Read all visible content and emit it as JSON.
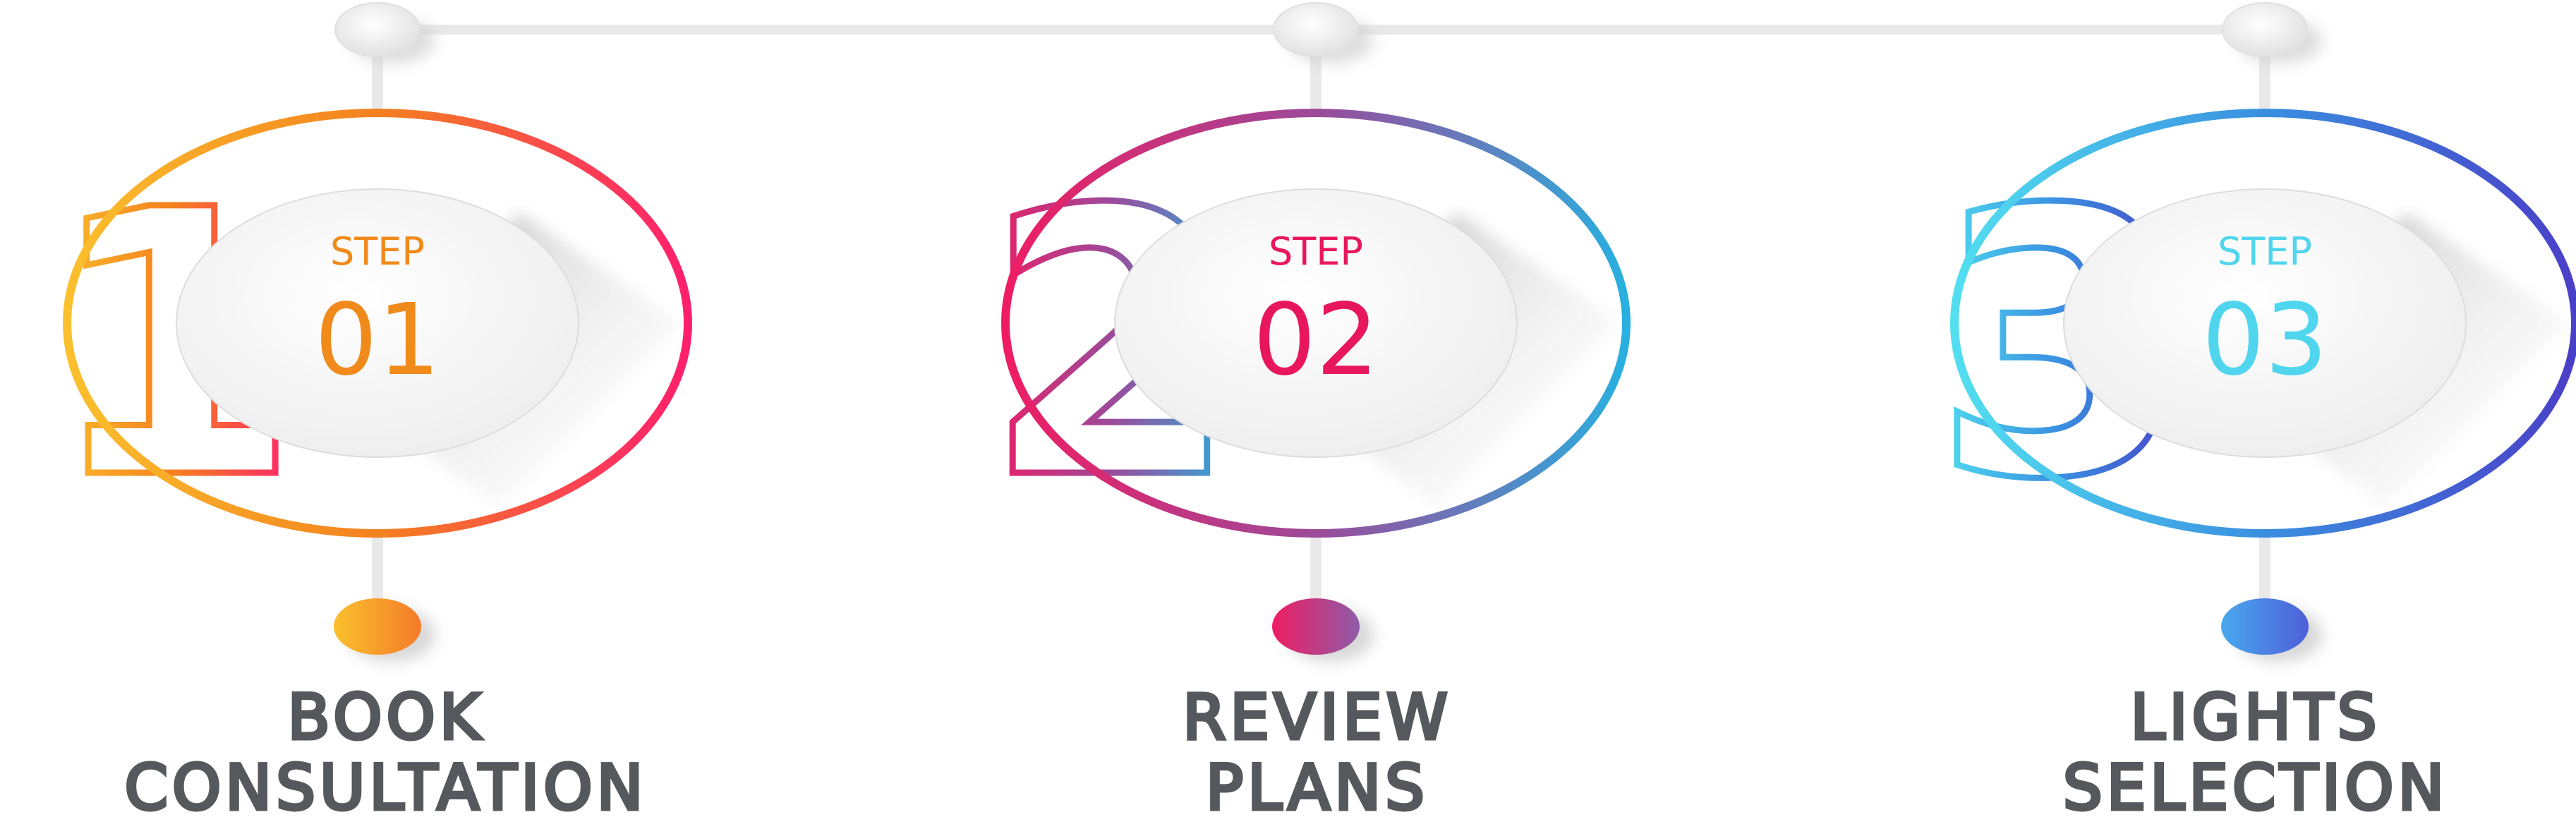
{
  "steps": [
    {
      "number": "1",
      "step_label": "STEP",
      "step_number": "01",
      "title_line1": "BOOK",
      "title_line2": "CONSULTATION",
      "label_color": "#f08a1a",
      "gradient": [
        "#fbc02d",
        "#f4811f",
        "#ff1f6e"
      ],
      "dot_gradient": [
        "#fbc02d",
        "#f47b2a"
      ]
    },
    {
      "number": "2",
      "step_label": "STEP",
      "step_number": "02",
      "title_line1": "REVIEW",
      "title_line2": "PLANS",
      "label_color": "#e8175d",
      "gradient": [
        "#ee1d63",
        "#9c4a9a",
        "#28b0e0"
      ],
      "dot_gradient": [
        "#ee1d63",
        "#8e5ca8"
      ]
    },
    {
      "number": "3",
      "step_label": "STEP",
      "step_number": "03",
      "title_line1": "LIGHTS",
      "title_line2": "SELECTION",
      "label_color": "#4fd6ee",
      "gradient": [
        "#52dff0",
        "#3a8fe0",
        "#4a3fc8"
      ],
      "dot_gradient": [
        "#49a8ef",
        "#4e5fd8"
      ]
    }
  ],
  "title_color": "#55585c",
  "connector_color": "#e9e9ea"
}
